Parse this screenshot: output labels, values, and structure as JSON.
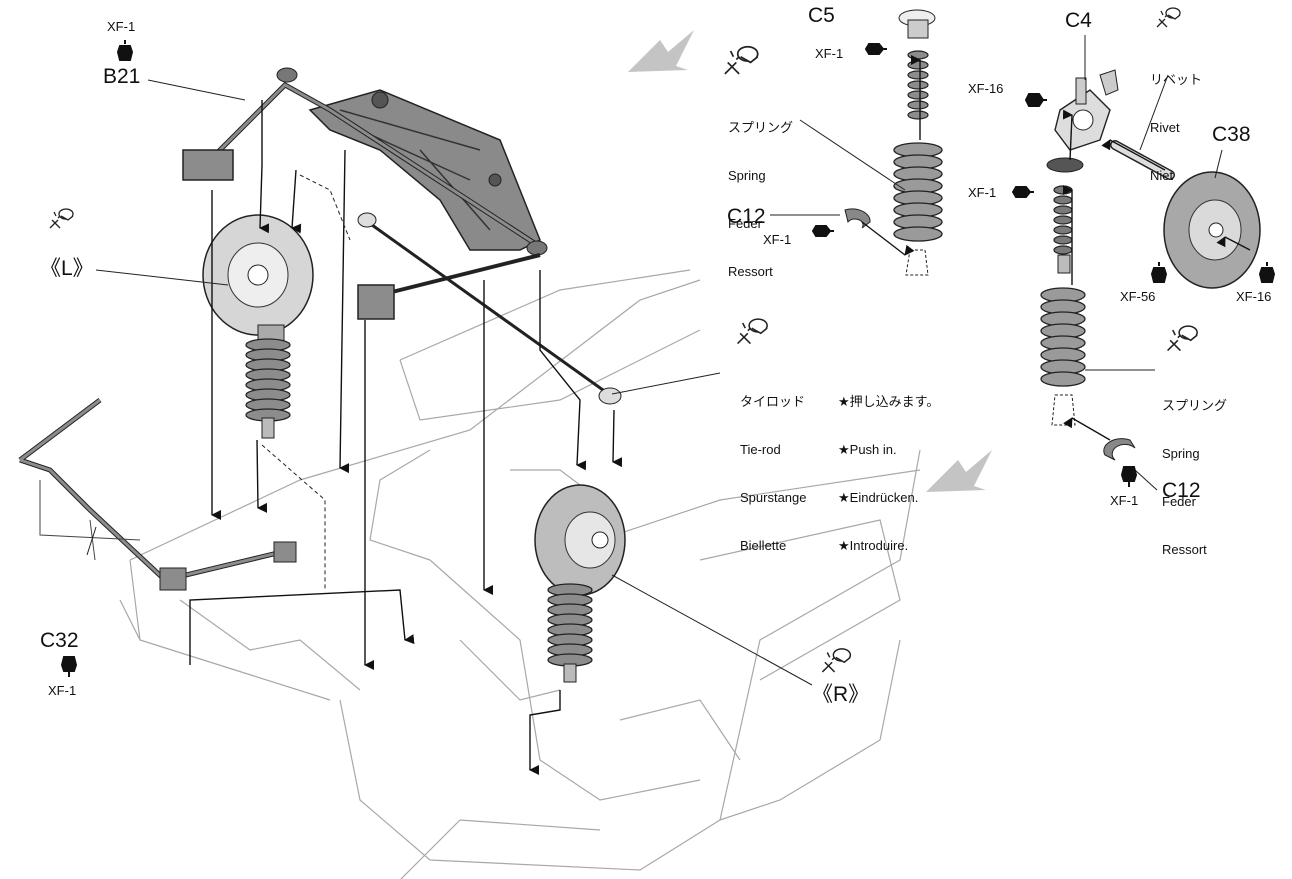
{
  "labels": {
    "xf1_top": "XF-1",
    "b21": "B21",
    "c5": "C5",
    "xf1_c5": "XF-1",
    "c4": "C4",
    "xf16_c4": "XF-16",
    "xf1_c4": "XF-1",
    "c38": "C38",
    "xf56": "XF-56",
    "xf16_c38": "XF-16",
    "c12_mid": "C12",
    "xf1_c12_mid": "XF-1",
    "left_marker": "《L》",
    "right_marker": "《R》",
    "c32": "C32",
    "xf1_c32": "XF-1",
    "c12_right": "C12",
    "xf1_c12_right": "XF-1"
  },
  "spring_top": [
    "スプリング",
    "Spring",
    "Feder",
    "Ressort"
  ],
  "rivet": [
    "リベット",
    "Rivet",
    "Niet"
  ],
  "spring_right": [
    "スプリング",
    "Spring",
    "Feder",
    "Ressort"
  ],
  "tie_rod": [
    "タイロッド",
    "Tie-rod",
    "Spurstange",
    "Biellette"
  ],
  "push_in": [
    "★押し込みます。",
    "★Push in.",
    "★Eindrücken.",
    "★Introduire."
  ],
  "colors": {
    "line": "#1a1a1a",
    "part_fill": "#8c8c8c",
    "part_dark": "#4a4a4a",
    "paint_mark": "#111111",
    "chassis": "#9a9a9a",
    "direction_arrow": "#c4c4c4"
  }
}
